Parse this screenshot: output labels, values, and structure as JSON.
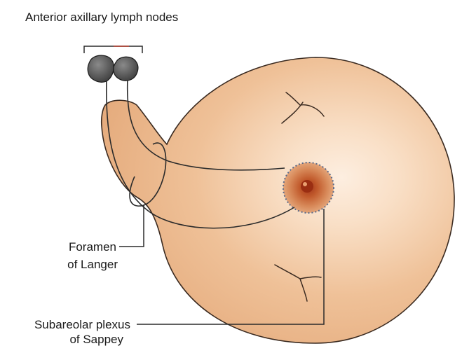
{
  "figure": {
    "labels": {
      "axillary_nodes": "Anterior axillary lymph nodes",
      "foramen_line1": "Foramen",
      "foramen_line2": "of Langer",
      "plexus_line1": "Subareolar plexus",
      "plexus_line2": "of Sappey"
    },
    "colors": {
      "breast_fill": "#edb98c",
      "breast_highlight": "#fbe6d3",
      "breast_edge": "#3a2a20",
      "lymph_node": "#4a4a4a",
      "areola": "#c8744a",
      "nipple": "#b84a1e",
      "vessel": "#2b2b2b"
    }
  }
}
